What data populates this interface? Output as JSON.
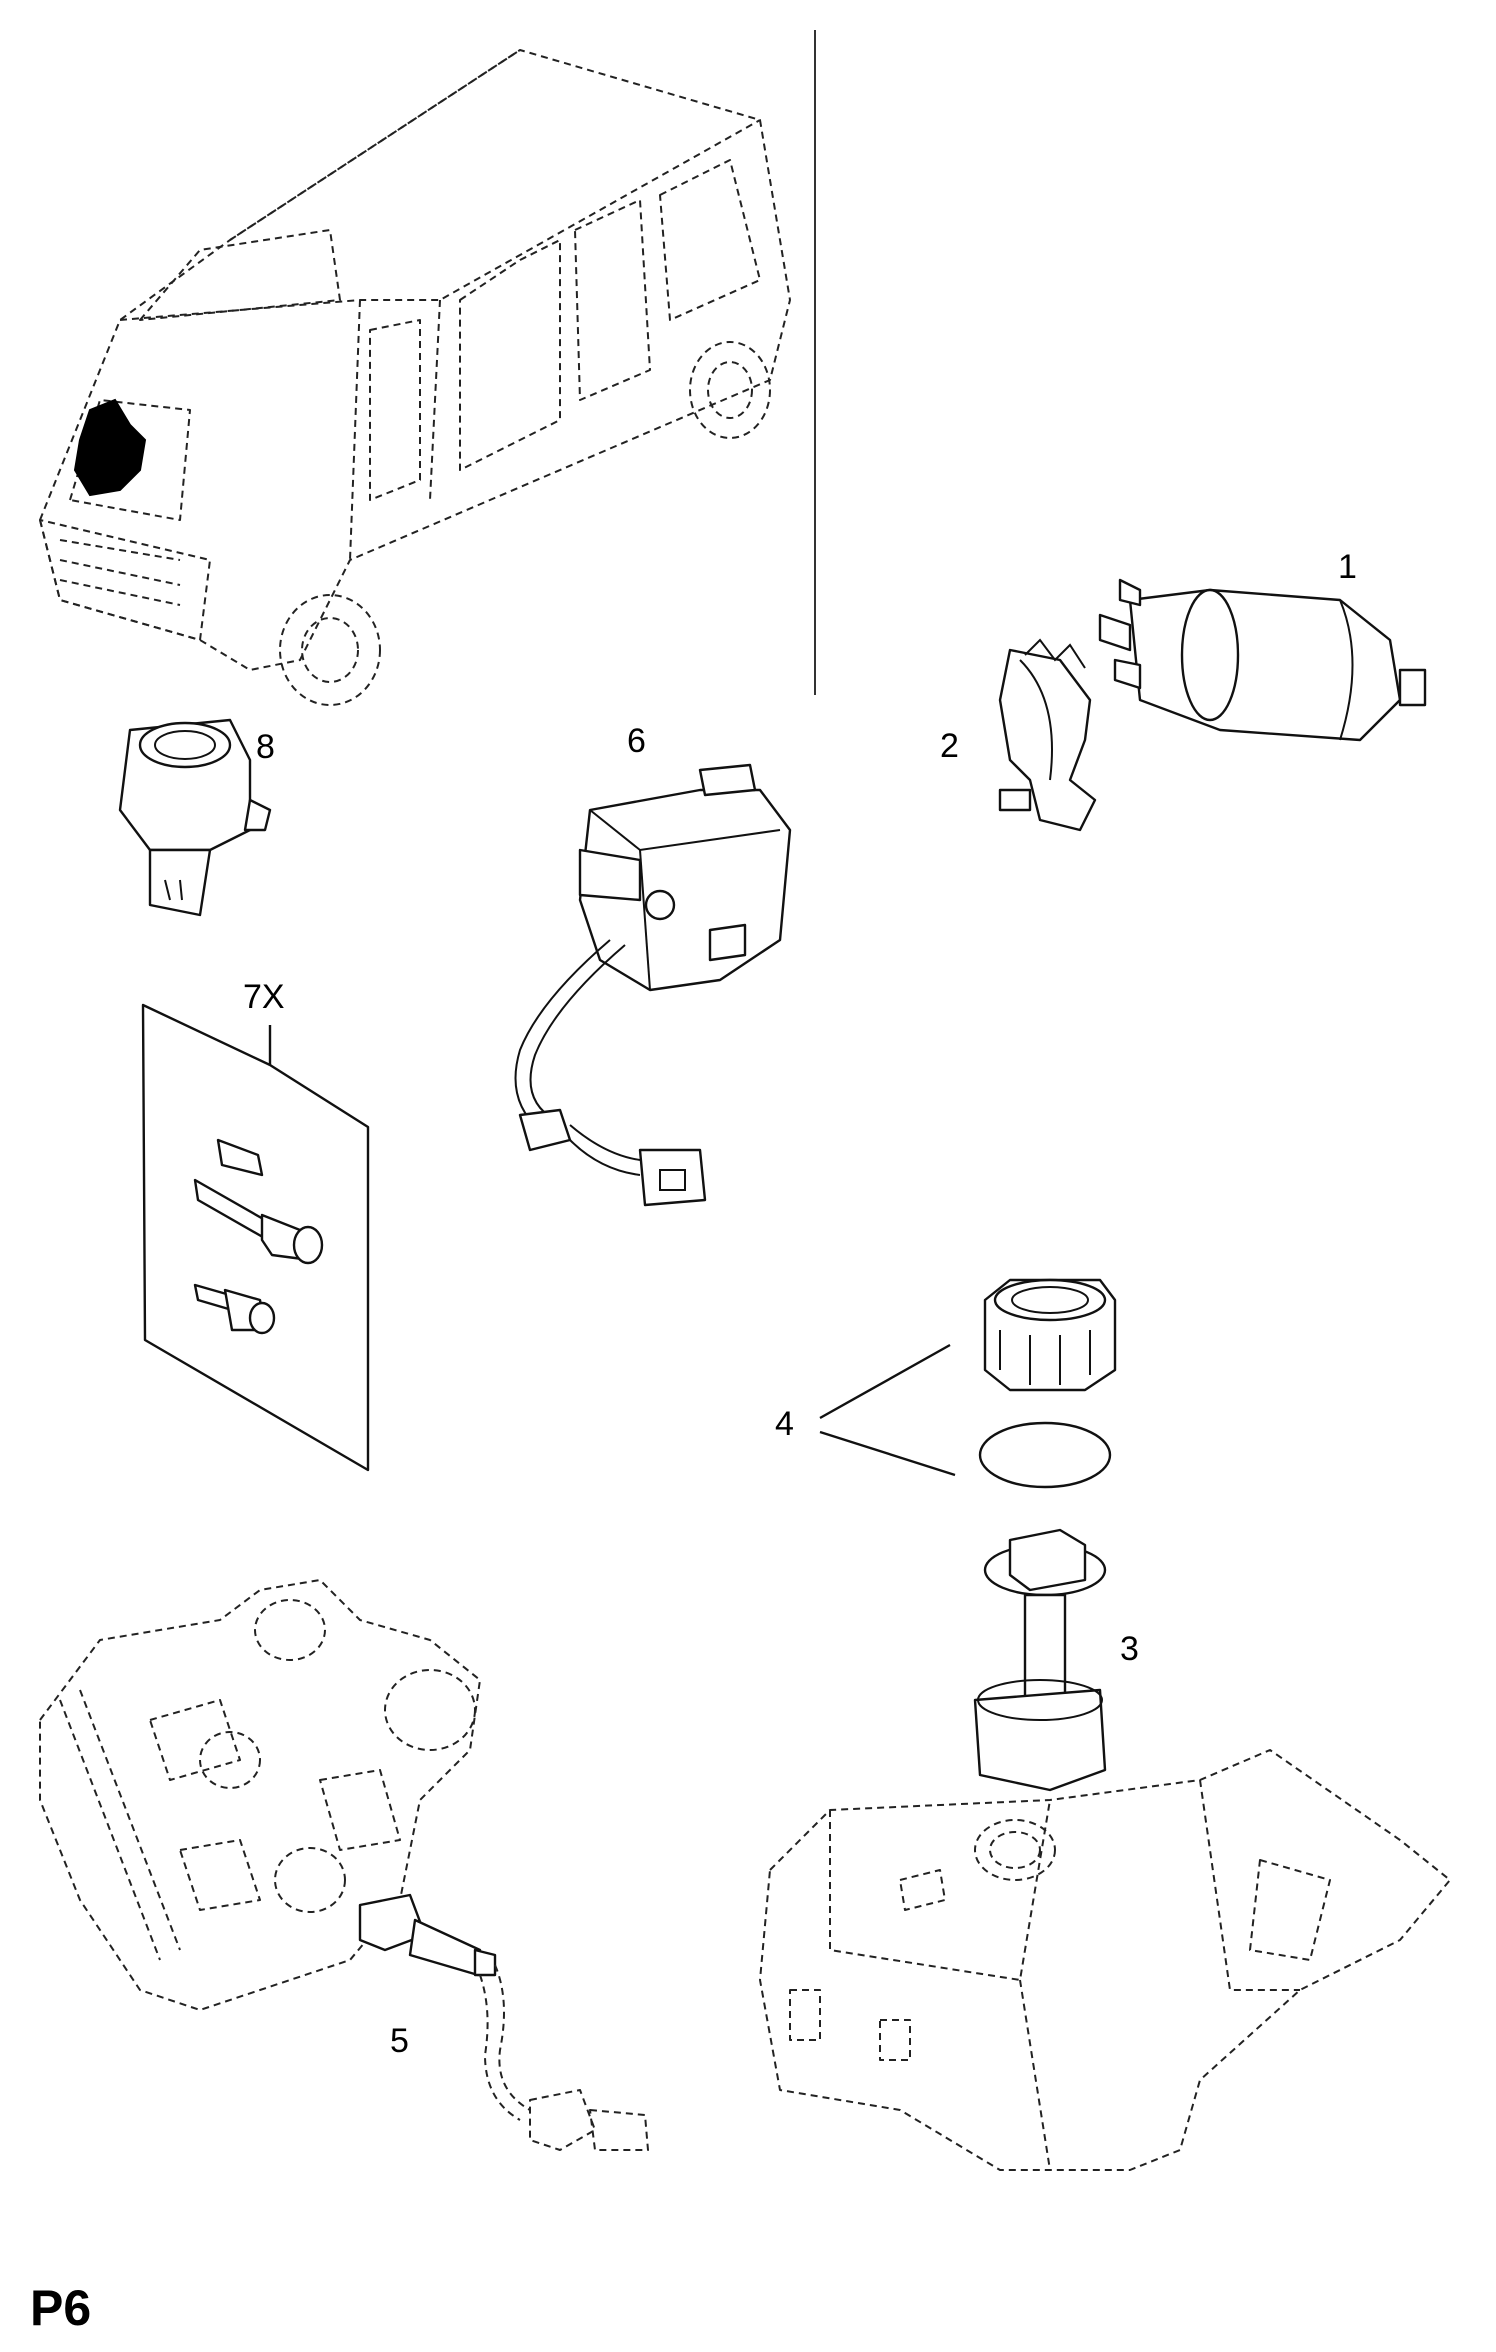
{
  "page_code": "P6",
  "callouts": [
    {
      "id": "1",
      "label": "1"
    },
    {
      "id": "2",
      "label": "2"
    },
    {
      "id": "3",
      "label": "3"
    },
    {
      "id": "4",
      "label": "4"
    },
    {
      "id": "5",
      "label": "5"
    },
    {
      "id": "6",
      "label": "6"
    },
    {
      "id": "7x",
      "label": "7X"
    },
    {
      "id": "8",
      "label": "8"
    }
  ],
  "colors": {
    "line": "#111111",
    "background": "#ffffff",
    "highlight": "#000000"
  }
}
